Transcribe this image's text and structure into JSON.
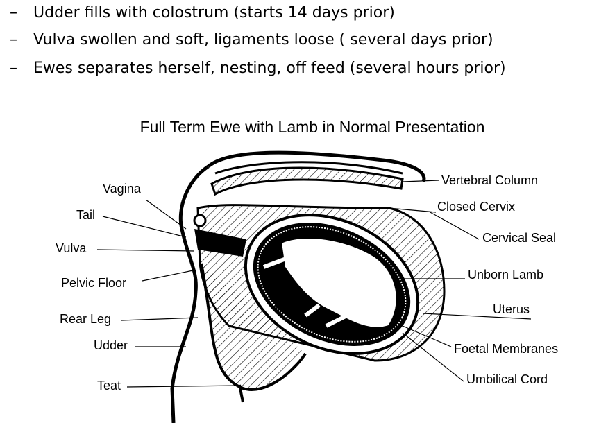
{
  "bullets": [
    {
      "marker": "–",
      "text": "Udder fills with colostrum  (starts 14 days prior)"
    },
    {
      "marker": "–",
      "text": "Vulva swollen and soft, ligaments loose ( several days prior)"
    },
    {
      "marker": "–",
      "text": "Ewes separates herself, nesting, off feed (several hours prior)"
    }
  ],
  "diagram": {
    "title": "Full Term Ewe with Lamb in Normal Presentation",
    "labels": {
      "vagina": "Vagina",
      "tail": "Tail",
      "vulva": "Vulva",
      "pelvic_floor": "Pelvic Floor",
      "rear_leg": "Rear Leg",
      "udder": "Udder",
      "teat": "Teat",
      "vertebral_column": "Vertebral Column",
      "closed_cervix": "Closed Cervix",
      "cervical_seal": "Cervical Seal",
      "unborn_lamb": "Unborn Lamb",
      "uterus": "Uterus",
      "foetal_membranes": "Foetal Membranes",
      "umbilical_cord": "Umbilical Cord"
    }
  }
}
